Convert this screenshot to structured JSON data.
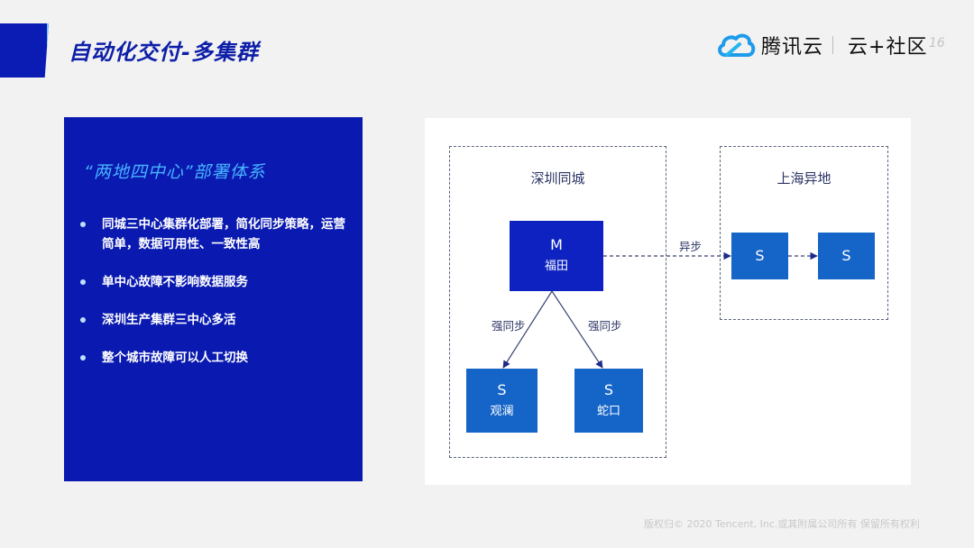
{
  "header": {
    "title": "自动化交付-多集群",
    "logo_brand": "腾讯云",
    "logo_sub": "云+社区",
    "page_number": "16"
  },
  "left_panel": {
    "heading": "“两地四中心”部署体系",
    "bullets": [
      "同城三中心集群化部署，简化同步策略，运营简单，数据可用性、一致性高",
      "单中心故障不影响数据服务",
      "深圳生产集群三中心多活",
      "整个城市故障可以人工切换"
    ]
  },
  "diagram": {
    "zones": [
      {
        "id": "shenzhen",
        "title": "深圳同城"
      },
      {
        "id": "shanghai",
        "title": "上海异地"
      }
    ],
    "nodes": [
      {
        "id": "m-futian",
        "role": "M",
        "location": "福田",
        "zone": "shenzhen"
      },
      {
        "id": "s-guanlan",
        "role": "S",
        "location": "观澜",
        "zone": "shenzhen"
      },
      {
        "id": "s-shekou",
        "role": "S",
        "location": "蛇口",
        "zone": "shenzhen"
      },
      {
        "id": "s-sh1",
        "role": "S",
        "location": "",
        "zone": "shanghai"
      },
      {
        "id": "s-sh2",
        "role": "S",
        "location": "",
        "zone": "shanghai"
      }
    ],
    "edges": [
      {
        "from": "m-futian",
        "to": "s-guanlan",
        "label": "强同步",
        "style": "solid"
      },
      {
        "from": "m-futian",
        "to": "s-shekou",
        "label": "强同步",
        "style": "solid"
      },
      {
        "from": "m-futian",
        "to": "s-sh1",
        "label": "异步",
        "style": "dashed"
      },
      {
        "from": "s-sh1",
        "to": "s-sh2",
        "label": "",
        "style": "dashed"
      }
    ],
    "colors": {
      "master": "#0d22c0",
      "slave": "#1565c8",
      "edge": "#2c3566"
    }
  },
  "footer": {
    "copyright": "版权归© 2020 Tencent, Inc.或其附属公司所有 保留所有权利"
  }
}
